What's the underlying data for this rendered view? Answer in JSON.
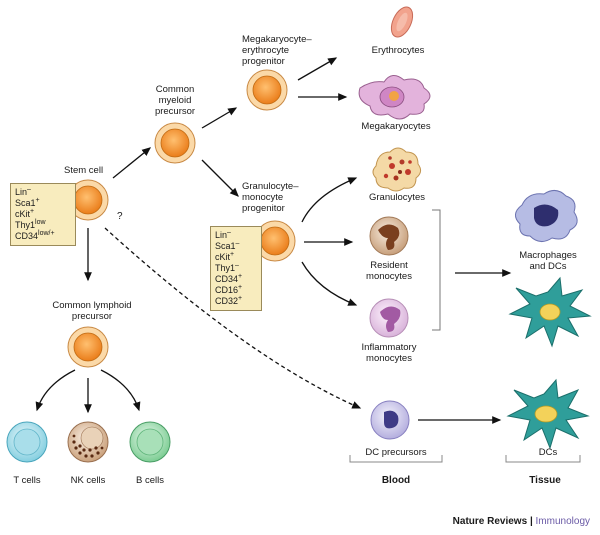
{
  "labels": {
    "stem_cell": "Stem cell",
    "cmp": [
      "Common",
      "myeloid",
      "precursor"
    ],
    "mep": [
      "Megakaryocyte–",
      "erythrocyte",
      "progenitor"
    ],
    "gmp": [
      "Granulocyte–",
      "monocyte",
      "progenitor"
    ],
    "clp": [
      "Common lymphoid",
      "precursor"
    ],
    "erythrocytes": "Erythrocytes",
    "megakaryocytes": "Megakaryocytes",
    "granulocytes": "Granulocytes",
    "resident_monocytes": [
      "Resident",
      "monocytes"
    ],
    "inflammatory_monocytes": [
      "Inflammatory",
      "monocytes"
    ],
    "macrophages_dcs": [
      "Macrophages",
      "and DCs"
    ],
    "dc_precursors": "DC precursors",
    "dcs": "DCs",
    "t_cells": "T cells",
    "nk_cells": "NK cells",
    "b_cells": "B cells",
    "blood": "Blood",
    "tissue": "Tissue",
    "question": "?"
  },
  "stem_cell_markers": [
    {
      "name": "Lin",
      "sup": "–"
    },
    {
      "name": "Sca1",
      "sup": "+"
    },
    {
      "name": "cKit",
      "sup": "+"
    },
    {
      "name": "Thy1",
      "sup": "low"
    },
    {
      "name": "CD34",
      "sup": "low/+"
    }
  ],
  "gmp_markers": [
    {
      "name": "Lin",
      "sup": "–"
    },
    {
      "name": "Sca1",
      "sup": "–"
    },
    {
      "name": "cKit",
      "sup": "+"
    },
    {
      "name": "Thy1",
      "sup": "–"
    },
    {
      "name": "CD34",
      "sup": "+"
    },
    {
      "name": "CD16",
      "sup": "+"
    },
    {
      "name": "CD32",
      "sup": "+"
    }
  ],
  "footer": {
    "brand": "Nature Reviews",
    "separator": "|",
    "journal": "Immunology"
  },
  "colors": {
    "progenitor_fill": "#f39a3b",
    "progenitor_ring": "#fbd9a8",
    "marker_box": "#f8ecbe",
    "erythrocyte": "#f0a08c",
    "megakaryocyte": "#dba6d4",
    "monocyte": "#e3c8a6",
    "inflammatory": "#efd6ef",
    "dc_precursor": "#d8d4ef",
    "dc": "#2f9e9a",
    "macrophage": "#b8bce2",
    "t_cell": "#bde7ef",
    "b_cell": "#b9e5c4",
    "nk_cell": "#e6c9ad",
    "journal_text": "#6a5aa6"
  }
}
